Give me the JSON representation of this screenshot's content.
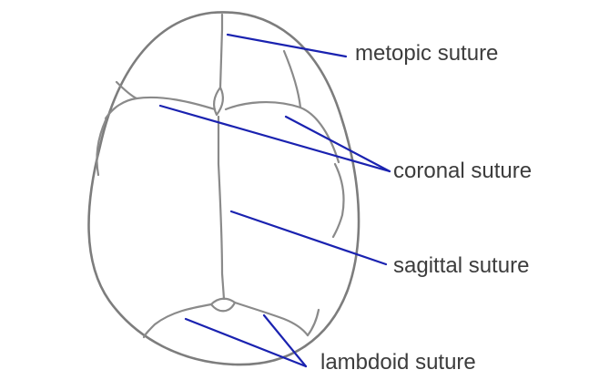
{
  "labels": {
    "metopic": "metopic suture",
    "coronal": "coronal suture",
    "sagittal": "sagittal suture",
    "lambdoid": "lambdoid suture"
  },
  "colors": {
    "leader_lines": "#1a22b0",
    "skull_lines": "#8a8a8a",
    "label_text": "#3c3c3c"
  }
}
